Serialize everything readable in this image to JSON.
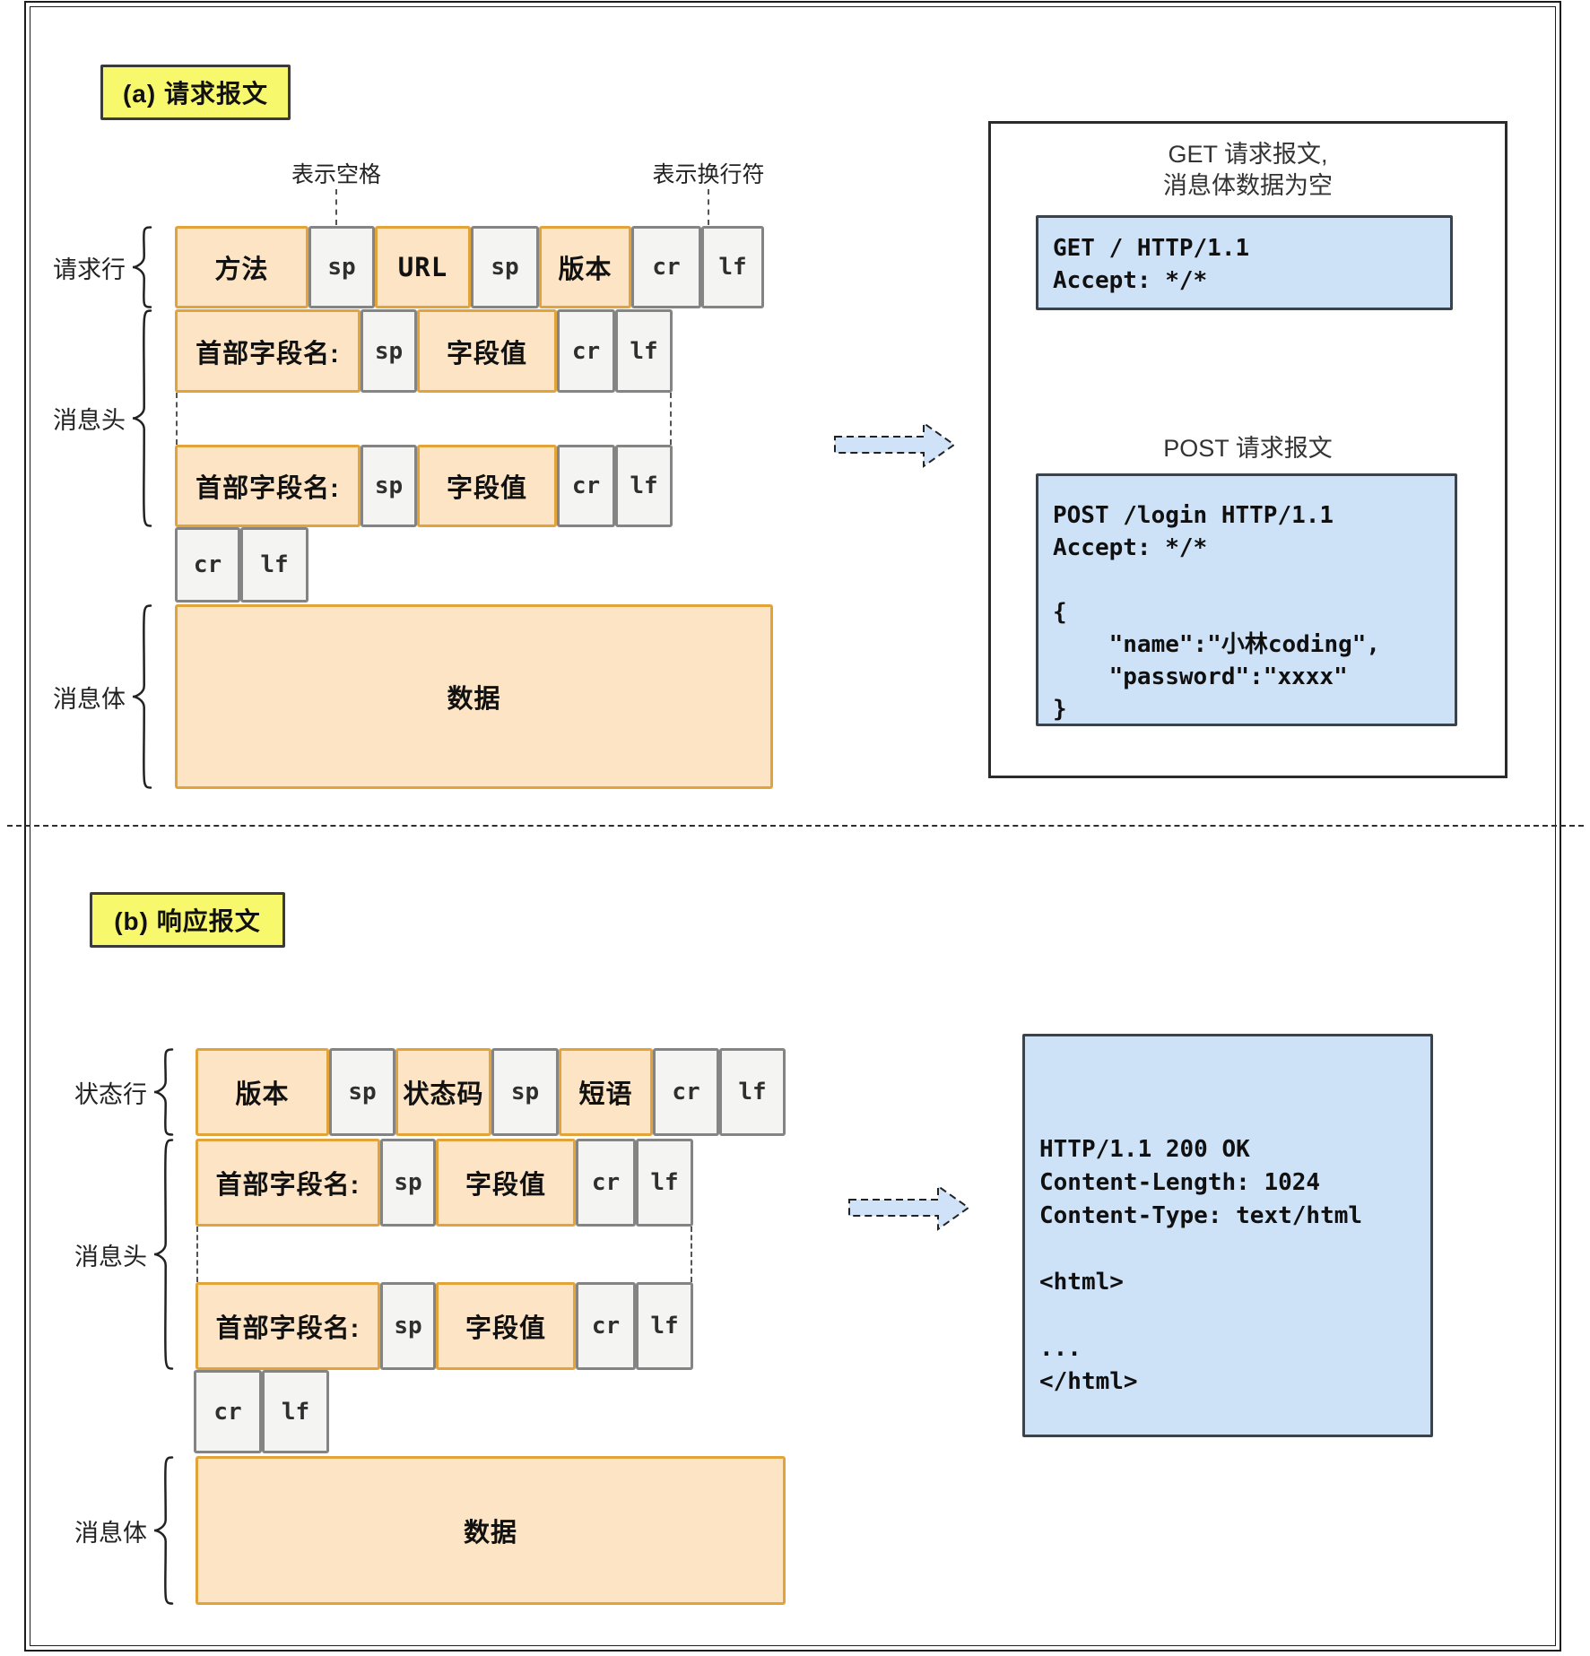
{
  "section_a": {
    "badge": "(a) 请求报文",
    "note_space": "表示空格",
    "note_newline": "表示换行符",
    "brace_request_line": "请求行",
    "brace_headers": "消息头",
    "brace_body": "消息体",
    "request_line": {
      "method": "方法",
      "sp1": "sp",
      "url": "URL",
      "sp2": "sp",
      "version": "版本",
      "cr": "cr",
      "lf": "lf"
    },
    "header_row": {
      "name": "首部字段名:",
      "sp": "sp",
      "value": "字段值",
      "cr": "cr",
      "lf": "lf"
    },
    "crlf": {
      "cr": "cr",
      "lf": "lf"
    },
    "body": "数据",
    "panel": {
      "get_title_line1": "GET 请求报文,",
      "get_title_line2": "消息体数据为空",
      "get_code": "GET / HTTP/1.1\nAccept: */*",
      "post_title": "POST 请求报文",
      "post_code": "POST /login HTTP/1.1\nAccept: */*\n\n{\n    \"name\":\"小林coding\",\n    \"password\":\"xxxx\"\n}"
    }
  },
  "section_b": {
    "badge": "(b) 响应报文",
    "brace_status_line": "状态行",
    "brace_headers": "消息头",
    "brace_body": "消息体",
    "status_line": {
      "version": "版本",
      "sp1": "sp",
      "status_code": "状态码",
      "sp2": "sp",
      "phrase": "短语",
      "cr": "cr",
      "lf": "lf"
    },
    "header_row": {
      "name": "首部字段名:",
      "sp": "sp",
      "value": "字段值",
      "cr": "cr",
      "lf": "lf"
    },
    "crlf": {
      "cr": "cr",
      "lf": "lf"
    },
    "body": "数据",
    "panel": {
      "response_code": "HTTP/1.1 200 OK\nContent-Length: 1024\nContent-Type: text/html\n\n<html>\n\n...\n</html>"
    }
  },
  "colors": {
    "field_fill": "#fce4c4",
    "field_border": "#e2a43a",
    "sep_fill": "#f4f4f3",
    "sep_border": "#848484",
    "badge_fill": "#f8f86d",
    "code_fill": "#cde1f7",
    "arrow_fill": "#cfe2f8"
  }
}
